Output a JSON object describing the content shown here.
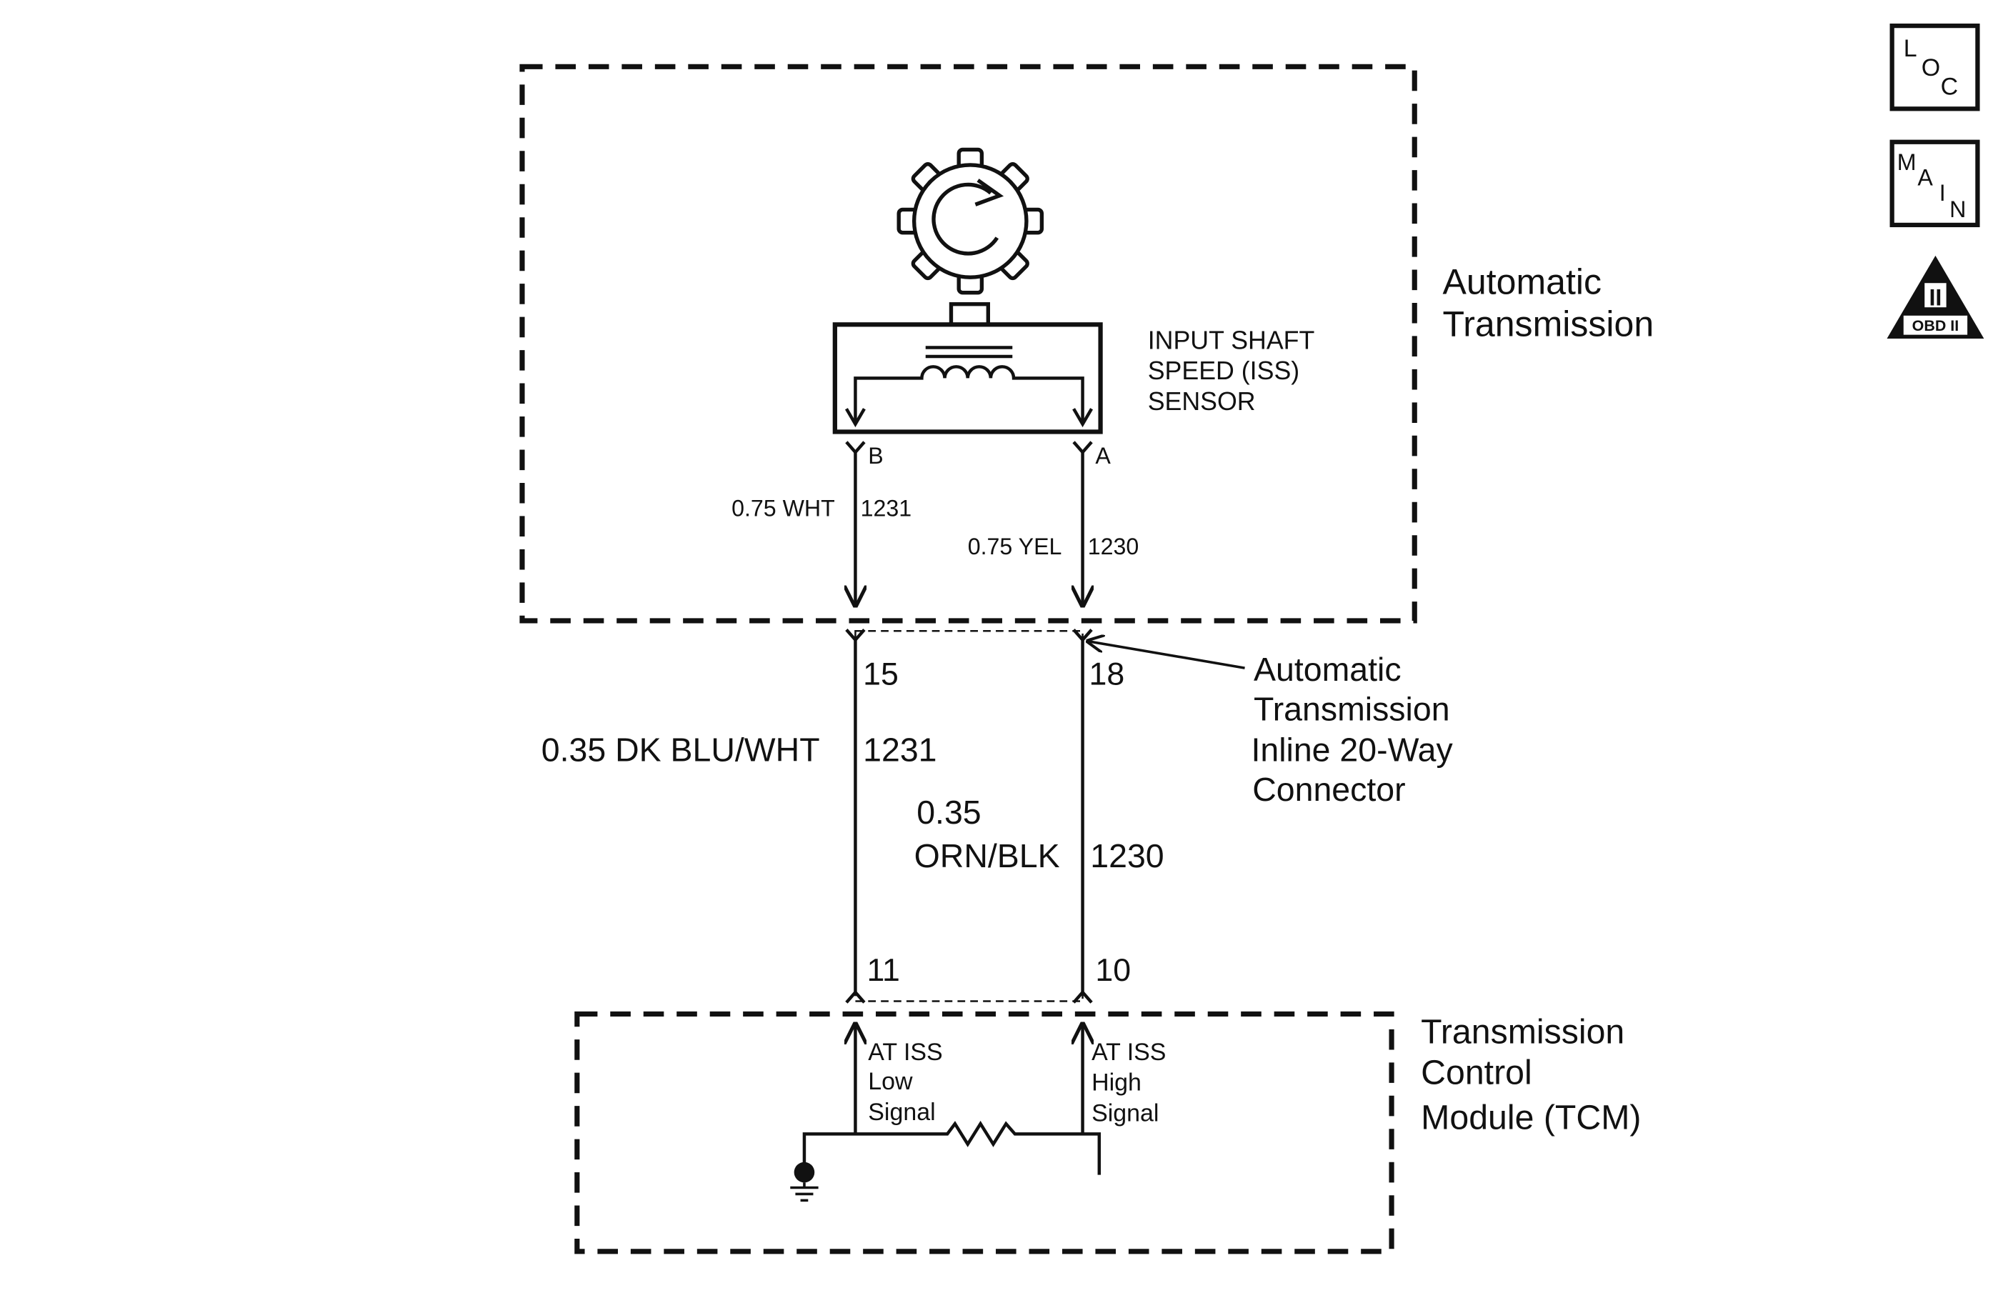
{
  "sensor": {
    "line1": "INPUT SHAFT",
    "line2": "SPEED (ISS)",
    "line3": "SENSOR",
    "pin_b": "B",
    "pin_a": "A"
  },
  "transmission": {
    "line1": "Automatic",
    "line2": "Transmission"
  },
  "wires_upper": {
    "left": {
      "spec": "0.75 WHT",
      "circuit": "1231"
    },
    "right": {
      "spec": "0.75 YEL",
      "circuit": "1230"
    }
  },
  "connector": {
    "pin_left_top": "15",
    "pin_right_top": "18",
    "pin_left_bottom": "11",
    "pin_right_bottom": "10",
    "line1": "Automatic",
    "line2": "Transmission",
    "line3": "Inline 20-Way",
    "line4": "Connector"
  },
  "wires_lower": {
    "left": {
      "spec": "0.35 DK BLU/WHT",
      "circuit": "1231"
    },
    "right": {
      "spec_line1": "0.35",
      "spec_line2": "ORN/BLK",
      "circuit": "1230"
    }
  },
  "tcm": {
    "line1": "Transmission",
    "line2": "Control",
    "line3": "Module (TCM)",
    "low": {
      "line1": "AT ISS",
      "line2": "Low",
      "line3": "Signal"
    },
    "high": {
      "line1": "AT ISS",
      "line2": "High",
      "line3": "Signal"
    }
  },
  "nav": {
    "loc": {
      "l1": "L",
      "l2": "O",
      "l3": "C"
    },
    "main": {
      "l1": "M",
      "l2": "A",
      "l3": "I",
      "l4": "N"
    },
    "obd": {
      "numeral": "II",
      "caption": "OBD II"
    }
  }
}
